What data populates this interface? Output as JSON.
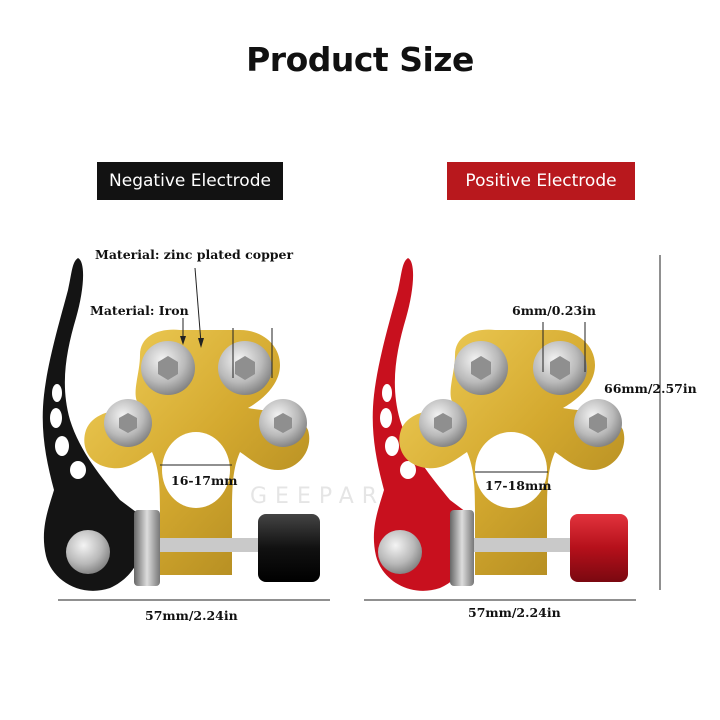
{
  "title": "Product Size",
  "negative": {
    "tag": "Negative Electrode",
    "material_copper": "Material: zinc plated copper",
    "material_iron": "Material: Iron",
    "inner_size": "16-17mm",
    "width": "57mm/2.24in",
    "lever_color": "#111111"
  },
  "positive": {
    "tag": "Positive Electrode",
    "bolt_size": "6mm/0.23in",
    "inner_size": "17-18mm",
    "height": "66mm/2.57in",
    "width": "57mm/2.24in",
    "lever_color": "#c8101e"
  },
  "colors": {
    "brass": "#d9b23c",
    "positive_tag": "#b8181d",
    "negative_tag": "#121212"
  },
  "watermark": "GEEPART"
}
